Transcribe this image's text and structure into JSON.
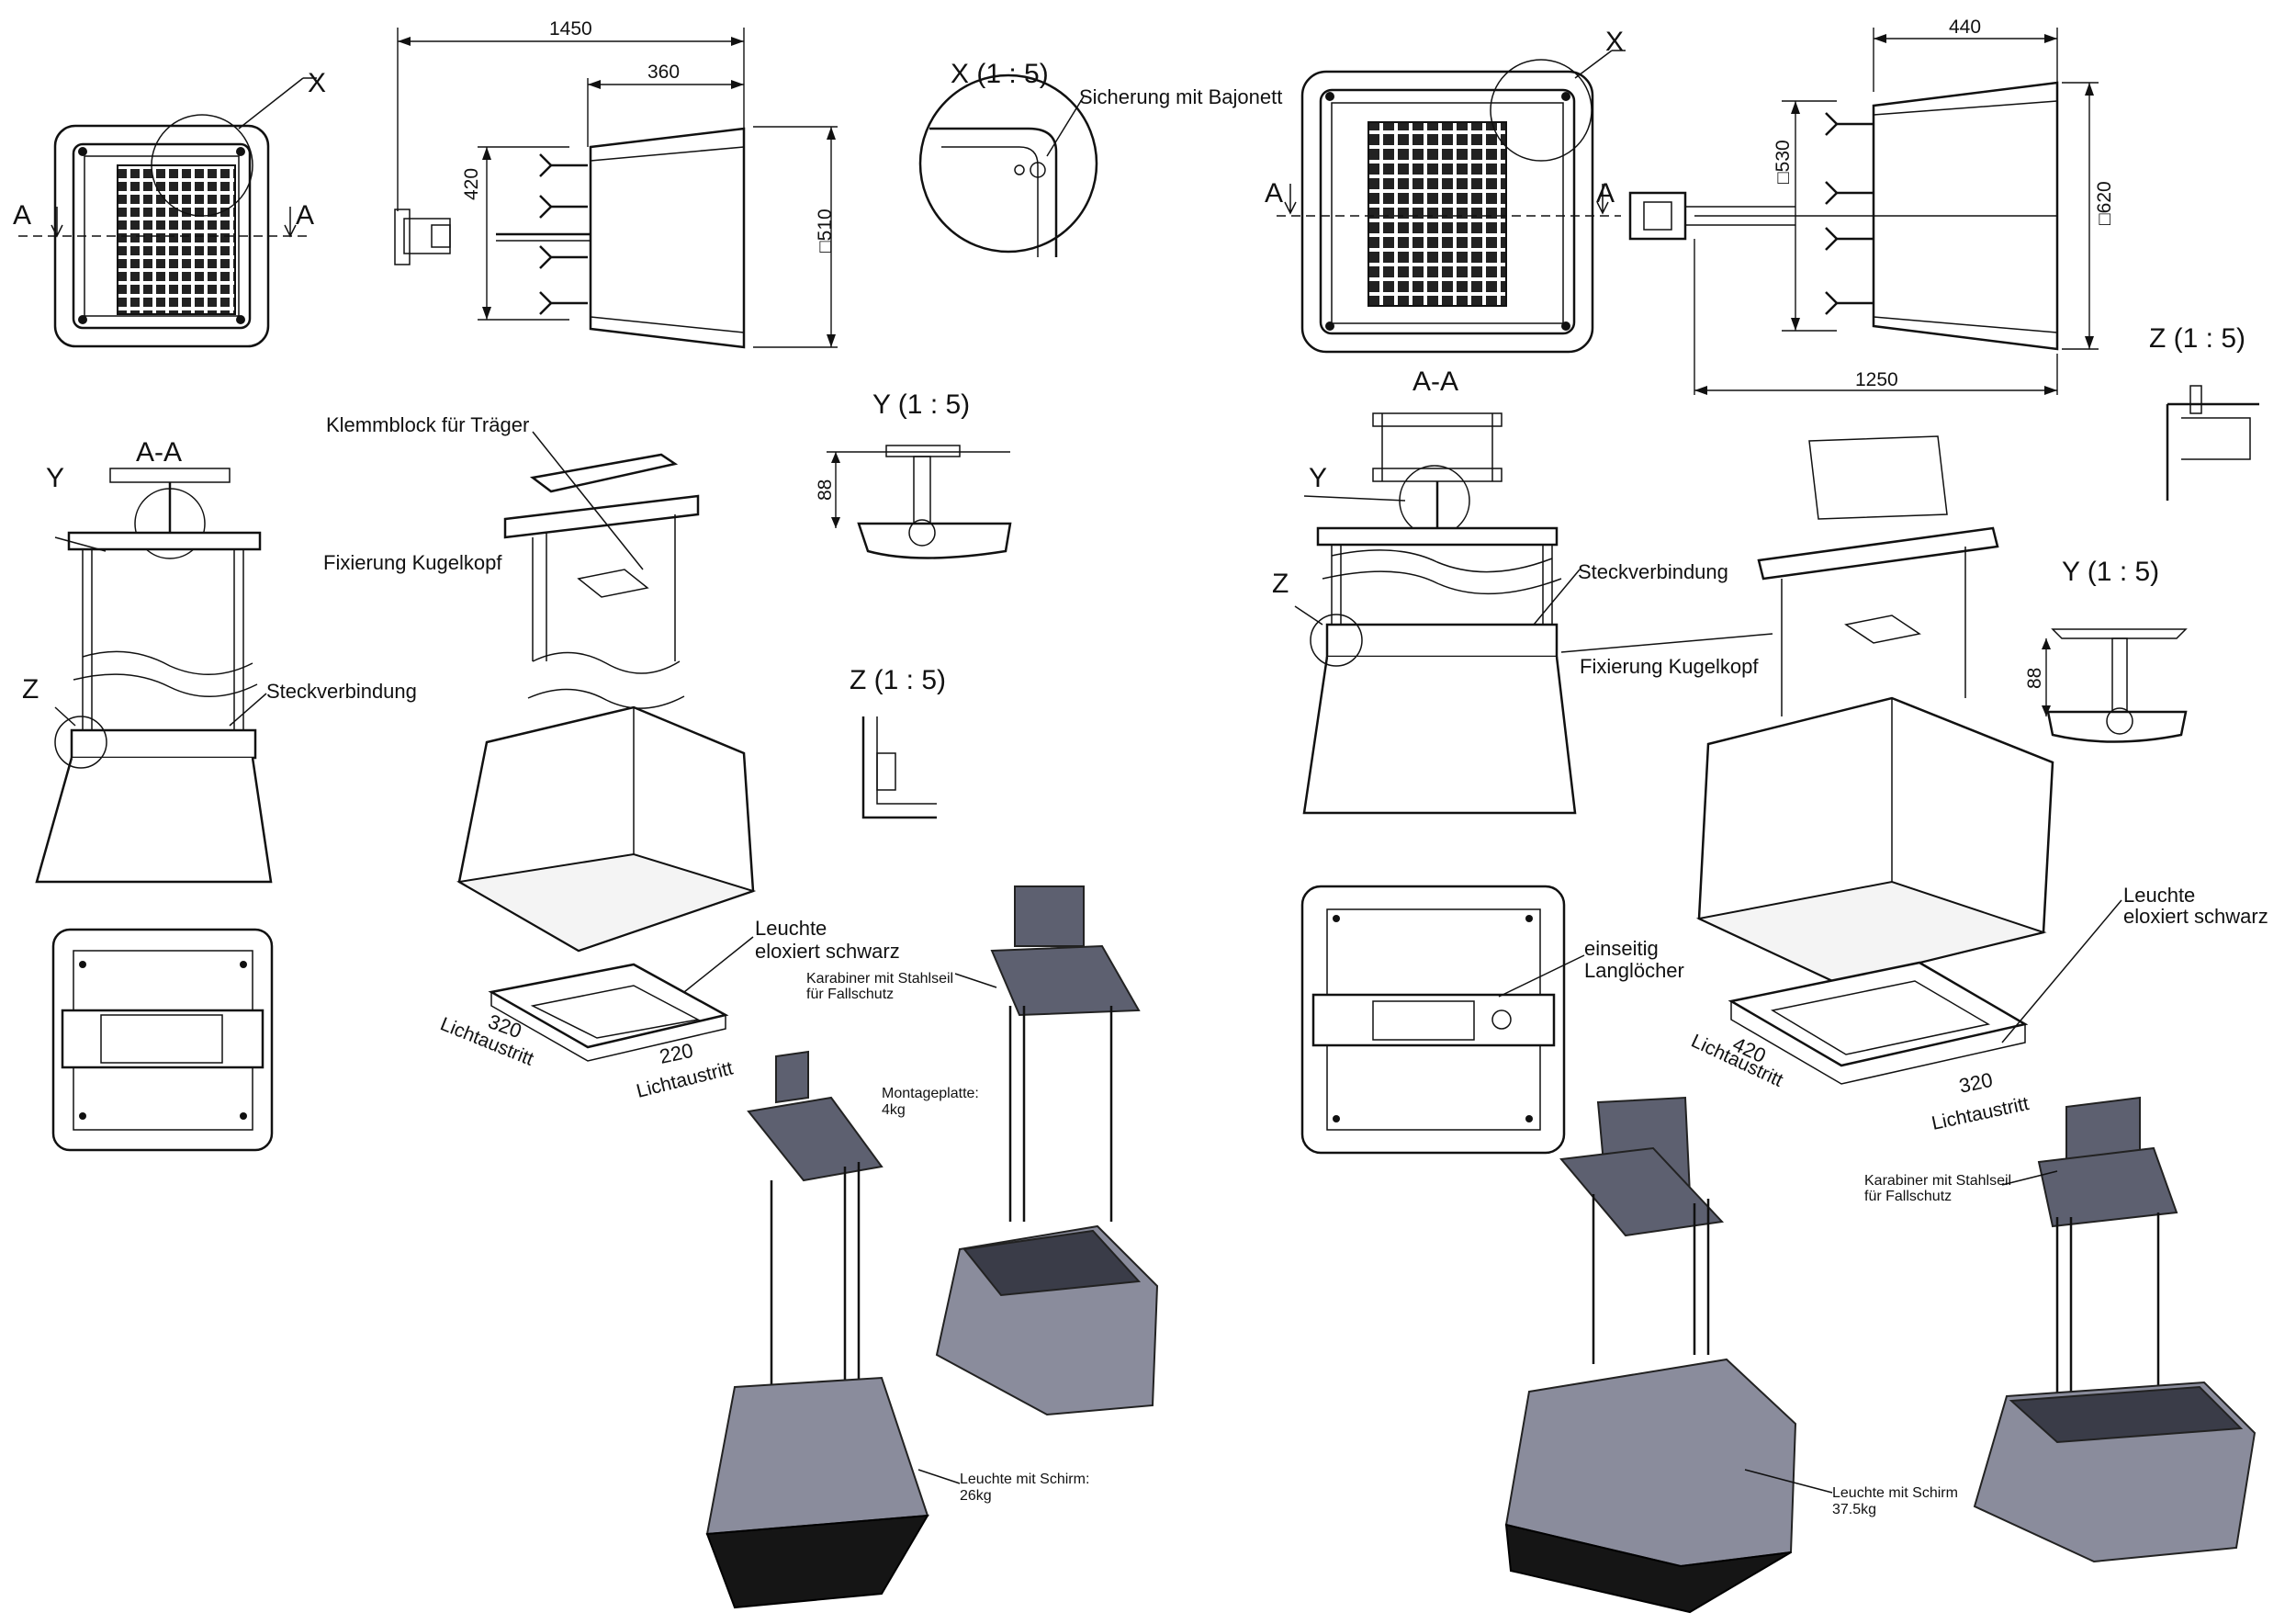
{
  "left": {
    "top_labels": {
      "x_marker": "X",
      "a_left": "A",
      "a_right": "A"
    },
    "dims": {
      "d1450": "1450",
      "d360": "360",
      "d420": "420",
      "d510": "□510"
    },
    "detail_x": {
      "title": "X (1 : 5)",
      "note": "Sicherung mit Bajonett"
    },
    "section": {
      "title": "A-A",
      "y_marker": "Y",
      "z_marker": "Z",
      "steck": "Steckverbindung"
    },
    "exploded": {
      "klemm": "Klemmblock für Träger",
      "fix": "Fixierung Kugelkopf",
      "leuchte1": "Leuchte",
      "leuchte2": "eloxiert schwarz",
      "d320": "320",
      "d220": "220",
      "licht1": "Lichtaustritt",
      "licht2": "Lichtaustritt"
    },
    "detail_y": {
      "title": "Y (1 : 5)",
      "d88": "88"
    },
    "detail_z": {
      "title": "Z (1 : 5)"
    },
    "iso": {
      "karabiner1": "Karabiner mit Stahlseil",
      "karabiner2": "für Fallschutz",
      "montage1": "Montageplatte:",
      "montage2": "4kg",
      "schirm1": "Leuchte mit Schirm:",
      "schirm2": "26kg"
    }
  },
  "right": {
    "top_labels": {
      "x_marker": "X",
      "a_left": "A",
      "a_right": "A"
    },
    "dims": {
      "d440": "440",
      "d530": "□530",
      "d620": "□620",
      "d1250": "1250"
    },
    "section": {
      "title": "A-A",
      "y_marker": "Y",
      "z_marker": "Z",
      "steck": "Steckverbindung",
      "fix": "Fixierung Kugelkopf"
    },
    "detail_z": {
      "title": "Z (1 : 5)"
    },
    "detail_y": {
      "title": "Y (1 : 5)",
      "d88": "88"
    },
    "plate": {
      "note1": "einseitig",
      "note2": "Langlöcher"
    },
    "exploded": {
      "leuchte1": "Leuchte",
      "leuchte2": "eloxiert schwarz",
      "d420": "420",
      "d320": "320",
      "licht1": "Lichtaustritt",
      "licht2": "Lichtaustritt"
    },
    "iso": {
      "karabiner1": "Karabiner mit Stahlseil",
      "karabiner2": "für Fallschutz",
      "schirm1": "Leuchte mit Schirm",
      "schirm2": "37.5kg"
    }
  }
}
